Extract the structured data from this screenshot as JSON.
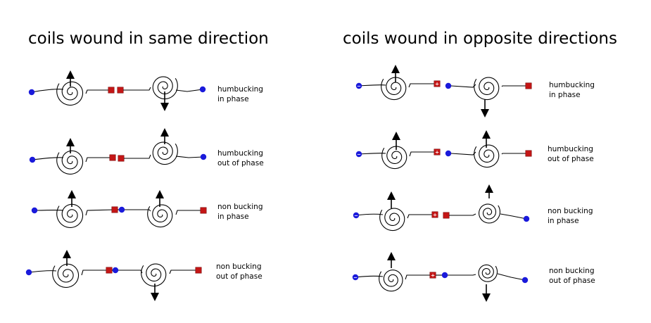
{
  "left_panel": {
    "title": "coils wound in same direction",
    "rows": [
      {
        "label_line1": "humbucking",
        "label_line2": "in phase"
      },
      {
        "label_line1": "humbucking",
        "label_line2": "out of phase"
      },
      {
        "label_line1": "non bucking",
        "label_line2": "in phase"
      },
      {
        "label_line1": "non bucking",
        "label_line2": "out of phase"
      }
    ]
  },
  "right_panel": {
    "title": "coils wound in opposite directions",
    "rows": [
      {
        "label_line1": "humbucking",
        "label_line2": "in phase"
      },
      {
        "label_line1": "humbucking",
        "label_line2": "out of phase"
      },
      {
        "label_line1": "non bucking",
        "label_line2": "in phase"
      },
      {
        "label_line1": "non bucking",
        "label_line2": "out of phase"
      }
    ]
  },
  "symbols": {
    "negative_terminal": "−",
    "positive_terminal": "+"
  },
  "colors": {
    "terminal_blue": "#1a1adb",
    "terminal_red": "#c41616"
  }
}
